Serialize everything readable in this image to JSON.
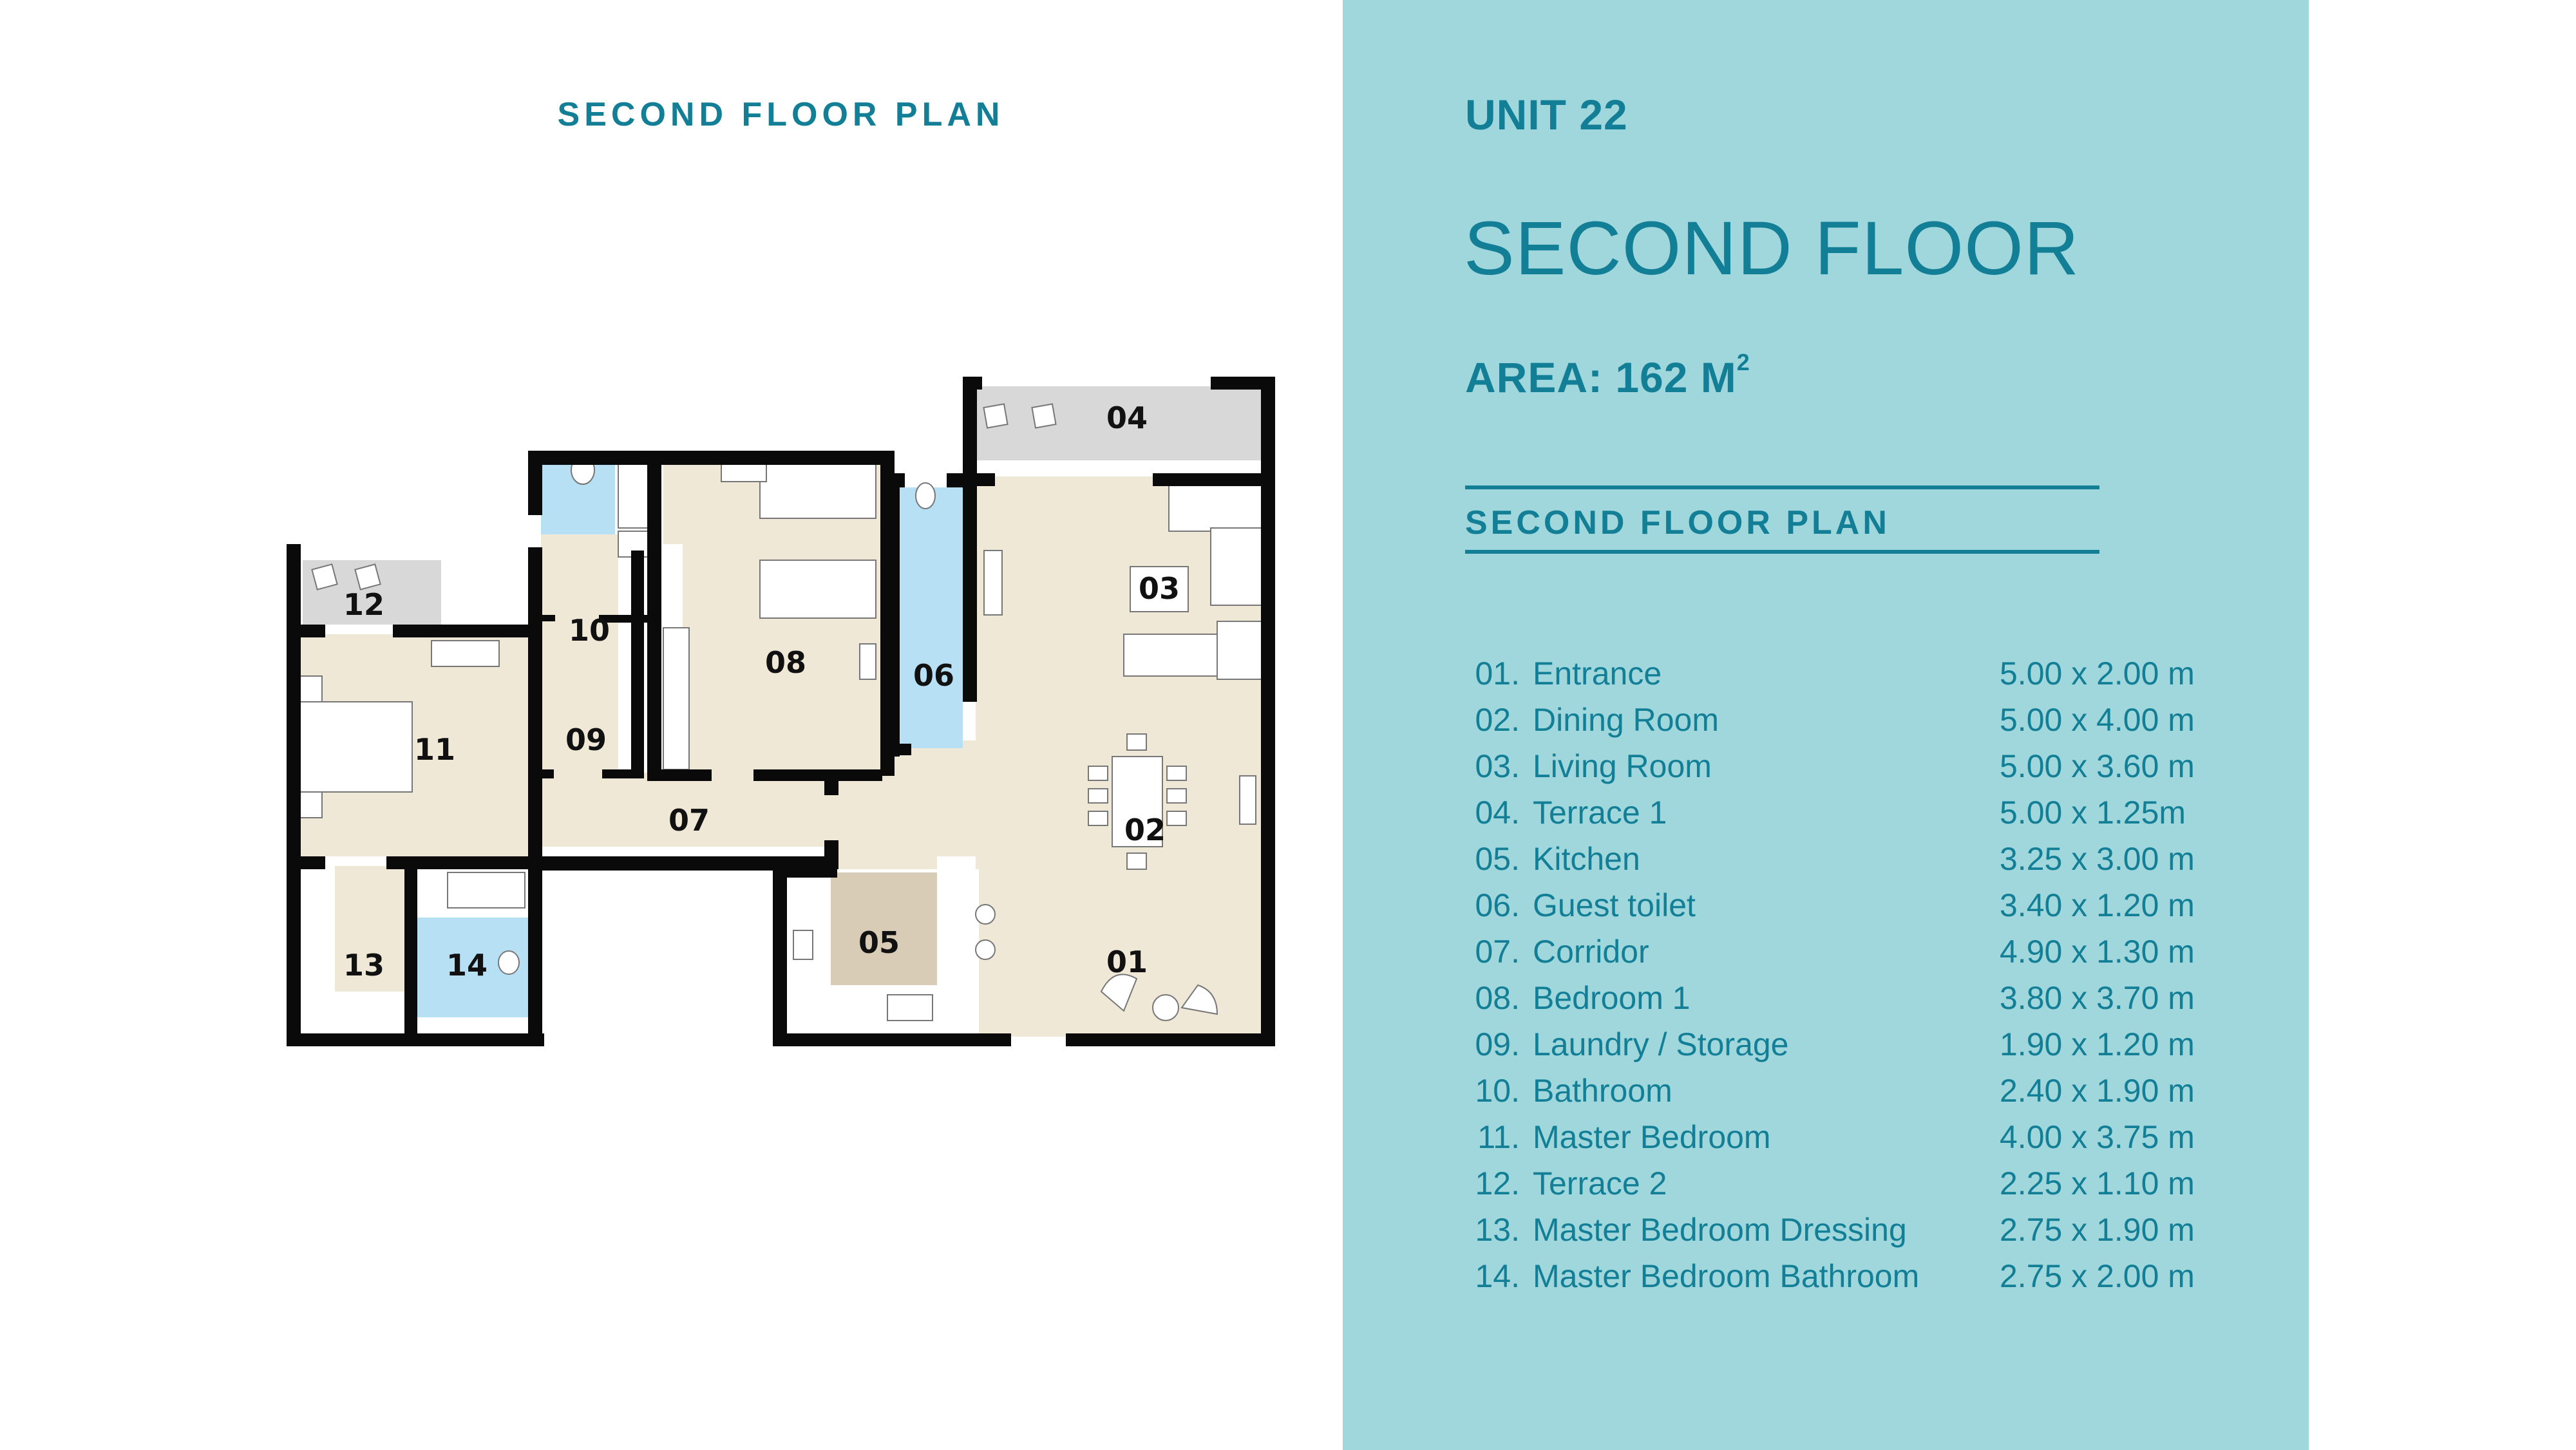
{
  "plan": {
    "title": "SECOND FLOOR PLAN",
    "room_labels": [
      "01",
      "02",
      "03",
      "04",
      "05",
      "06",
      "07",
      "08",
      "09",
      "10",
      "11",
      "12",
      "13",
      "14"
    ]
  },
  "panel": {
    "unit": "UNIT 22",
    "floor": "SECOND FLOOR",
    "area_label": "AREA: 162 M",
    "area_sup": "2",
    "subheading": "SECOND FLOOR PLAN",
    "rooms": [
      {
        "num": "01.",
        "name": "Entrance",
        "dims": "5.00 x 2.00 m"
      },
      {
        "num": "02.",
        "name": "Dining Room",
        "dims": "5.00 x 4.00 m"
      },
      {
        "num": "03.",
        "name": "Living Room",
        "dims": "5.00 x 3.60 m"
      },
      {
        "num": "04.",
        "name": "Terrace 1",
        "dims": "5.00 x 1.25m"
      },
      {
        "num": "05.",
        "name": "Kitchen",
        "dims": "3.25 x 3.00 m"
      },
      {
        "num": "06.",
        "name": "Guest toilet",
        "dims": "3.40 x 1.20 m"
      },
      {
        "num": "07.",
        "name": "Corridor",
        "dims": "4.90 x 1.30 m"
      },
      {
        "num": "08.",
        "name": "Bedroom 1",
        "dims": "3.80 x 3.70 m"
      },
      {
        "num": "09.",
        "name": "Laundry / Storage",
        "dims": "1.90 x 1.20 m"
      },
      {
        "num": "10.",
        "name": "Bathroom",
        "dims": "2.40 x 1.90 m"
      },
      {
        "num": "11.",
        "name": "Master Bedroom",
        "dims": "4.00 x 3.75 m"
      },
      {
        "num": "12.",
        "name": "Terrace 2",
        "dims": "2.25 x 1.10 m"
      },
      {
        "num": "13.",
        "name": "Master Bedroom Dressing",
        "dims": "2.75 x 1.90 m"
      },
      {
        "num": "14.",
        "name": "Master Bedroom Bathroom",
        "dims": "2.75 x 2.00 m"
      }
    ]
  },
  "colors": {
    "accent": "#127f96",
    "panel_bg": "#9fd7dc",
    "floor_beige": "#f0e8d6",
    "wet_blue": "#b7e0f5",
    "terrace_grey": "#d8d8d8",
    "kitchen_tan": "#d8ccb6",
    "wall": "#0a0a0a"
  }
}
